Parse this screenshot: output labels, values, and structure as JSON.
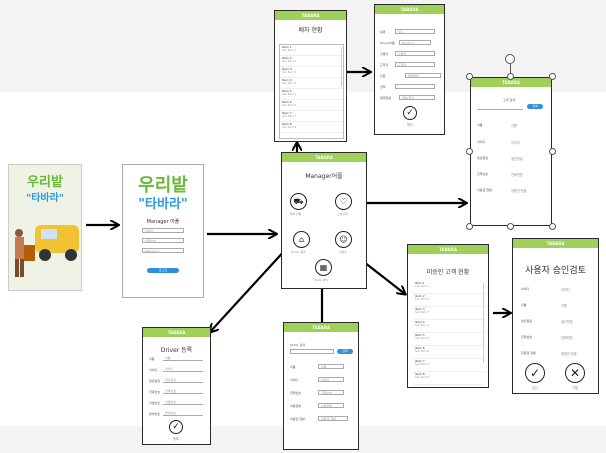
{
  "poster": {
    "logo_top": "우리밭",
    "logo_bottom": "\"타바라\""
  },
  "login": {
    "logo_top": "우리밭",
    "logo_bottom": "\"타바라\"",
    "title": "Manager 어플",
    "fields": [
      "아이디",
      "비밀번호",
      "Password"
    ],
    "button": "로그인"
  },
  "home": {
    "brand": "TABARA",
    "title": "Manager어플",
    "icons": [
      {
        "label": "배차 현황",
        "icon": "truck-icon",
        "glyph": "⛟"
      },
      {
        "label": "고객 관리",
        "icon": "heart-icon",
        "glyph": "♡"
      },
      {
        "label": "Driver 등록",
        "icon": "home-icon",
        "glyph": "⌂"
      },
      {
        "label": "사용자",
        "icon": "person-icon",
        "glyph": "☺"
      },
      {
        "label": "Order 관리",
        "icon": "box-icon",
        "glyph": "▦"
      }
    ]
  },
  "dispatch": {
    "brand": "TABARA",
    "title": "배차 현황",
    "items": [
      {
        "main": "Item 1",
        "sub": "Sub Item 1"
      },
      {
        "main": "Item 2",
        "sub": "Sub Item 2"
      },
      {
        "main": "Item 3",
        "sub": "Sub Item 3"
      },
      {
        "main": "Item 4",
        "sub": "Sub Item 4"
      },
      {
        "main": "Item 5",
        "sub": "Sub Item 5"
      },
      {
        "main": "Item 6",
        "sub": "Sub Item 6"
      },
      {
        "main": "Item 7",
        "sub": "Sub Item 7"
      },
      {
        "main": "Item 8",
        "sub": "Sub Item 8"
      }
    ]
  },
  "order_form": {
    "brand": "TABARA",
    "rows": [
      {
        "label": "날짜",
        "value": "일시"
      },
      {
        "label": "Driver이름",
        "value": "Driver 1"
      },
      {
        "label": "출발지",
        "value": "출발지"
      },
      {
        "label": "도착지",
        "value": "도착지"
      },
      {
        "label": "인원",
        "value": "결제방법"
      },
      {
        "label": "금액",
        "value": ""
      },
      {
        "label": "결제현황",
        "value": "결제 완료"
      }
    ],
    "confirm": "✓",
    "confirm_label": "확인"
  },
  "customer": {
    "brand": "TABARA",
    "search_label": "고객 검색",
    "search_button": "검색",
    "rows": [
      {
        "label": "이름",
        "value": "이름"
      },
      {
        "label": "아이디",
        "value": "아이디"
      },
      {
        "label": "생년월일",
        "value": "생년월일"
      },
      {
        "label": "전화번호",
        "value": "전화번호"
      },
      {
        "label": "이용권 현황",
        "value": "이용권 현황"
      }
    ]
  },
  "driver": {
    "brand": "TABARA",
    "title": "Driver 등록",
    "rows": [
      {
        "label": "이름",
        "value": "이름"
      },
      {
        "label": "아이디",
        "value": "아이디"
      },
      {
        "label": "생년월일",
        "value": "생년월일"
      },
      {
        "label": "전화번호",
        "value": "전화번호"
      },
      {
        "label": "차량번호",
        "value": "차량번호"
      },
      {
        "label": "면허번호",
        "value": "면허번호"
      }
    ],
    "confirm": "✓",
    "confirm_label": "등록"
  },
  "order_mgmt": {
    "brand": "TABARA",
    "search_label": "Order 검색",
    "search_button": "검색",
    "rows": [
      {
        "label": "이름",
        "value": "이름"
      },
      {
        "label": "아이디",
        "value": "아이디"
      },
      {
        "label": "전화번호",
        "value": "전화번호"
      },
      {
        "label": "이용현황",
        "value": "이용현황"
      },
      {
        "label": "이용권 현황",
        "value": "이용권 현황"
      }
    ]
  },
  "pending": {
    "brand": "TABARA",
    "title": "미승인 고객 현황",
    "items": [
      {
        "main": "Item 1",
        "sub": "Sub Item 1"
      },
      {
        "main": "Item 2",
        "sub": "Sub Item 2"
      },
      {
        "main": "Item 3",
        "sub": "Sub Item 3"
      },
      {
        "main": "Item 4",
        "sub": "Sub Item 4"
      },
      {
        "main": "Item 5",
        "sub": "Sub Item 5"
      },
      {
        "main": "Item 6",
        "sub": "Sub Item 6"
      },
      {
        "main": "Item 7",
        "sub": "Sub Item 7"
      },
      {
        "main": "Item 8",
        "sub": "Sub Item 8"
      }
    ]
  },
  "approval": {
    "brand": "TABARA",
    "title": "사용자 승인검토",
    "rows": [
      {
        "label": "아이디",
        "value": "아이디"
      },
      {
        "label": "이름",
        "value": "이름"
      },
      {
        "label": "생년월일",
        "value": "생년월일"
      },
      {
        "label": "전화번호",
        "value": "전화번호"
      },
      {
        "label": "회원권 현황",
        "value": "회원권 현황"
      }
    ],
    "approve": "✓",
    "approve_label": "승인",
    "reject": "✕",
    "reject_label": "거절"
  },
  "colors": {
    "header_green": "#9fd05a",
    "button_blue": "#2f8fd8",
    "logo_green": "#6ab83a",
    "logo_blue": "#2e9be0"
  }
}
